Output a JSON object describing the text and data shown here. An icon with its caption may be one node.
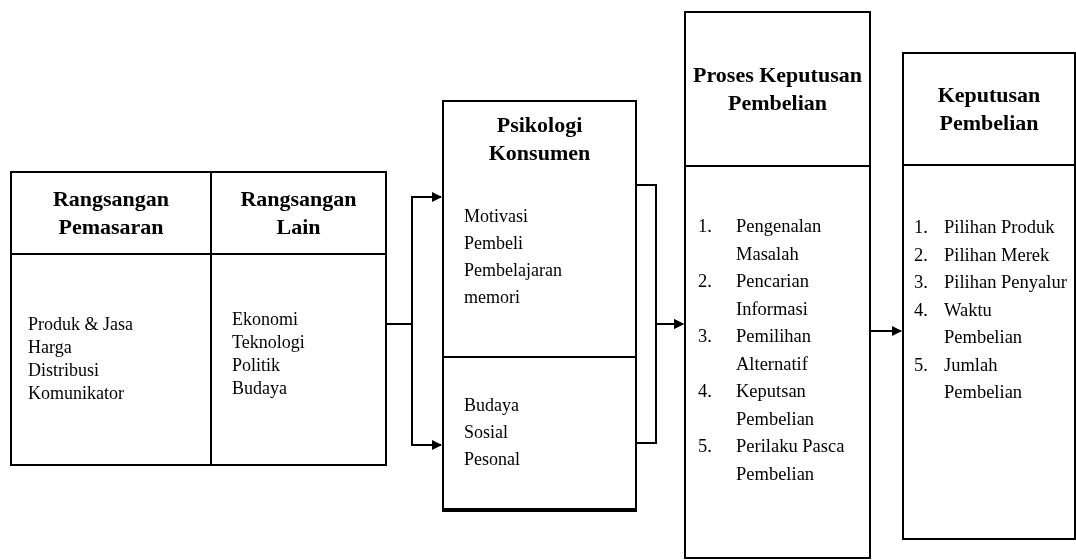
{
  "diagram": {
    "nodes": [
      {
        "text": [
          "Rangsangan Pemasaran",
          "Produk & Jasa",
          "Harga",
          "Distribusi",
          "Komunikator"
        ]
      },
      {
        "text": [
          "Rangsangan Lain",
          "Ekonomi",
          "Teknologi",
          "Politik",
          "Budaya"
        ]
      },
      {
        "text": [
          "Psikologi Konsumen"
        ]
      },
      {
        "text": [
          "Motivasi",
          "Pembeli",
          "Pembelajaran",
          "memori"
        ],
        "in": 2
      },
      {
        "text": [
          "Budaya",
          "Sosial",
          "Pesonal"
        ],
        "in": 2
      },
      {
        "text": [
          "Proses Keputusan Pembelian",
          "1. Pengenalan Masalah",
          "2. Pencarian Informasi",
          "3. Pemilihan Alternatif",
          "4. Keputsan Pembelian",
          "5. Perilaku Pasca Pembelian"
        ]
      },
      {
        "text": [
          "Keputusan Pembelian",
          "1. Pilihan Produk",
          "2. Pilihan Merek",
          "3. Pilihan Penyalur",
          "4. Waktu Pembelian",
          "5. Jumlah Pembelian"
        ]
      }
    ],
    "edges": [
      {
        "from": 1,
        "to": 3,
        "arrow": "to"
      },
      {
        "from": 1,
        "to": 4,
        "arrow": "to"
      },
      {
        "from": 3,
        "to": 5,
        "arrow": "to"
      },
      {
        "from": 4,
        "to": 5,
        "arrow": "to"
      },
      {
        "from": 5,
        "to": 6,
        "arrow": "to"
      }
    ]
  }
}
